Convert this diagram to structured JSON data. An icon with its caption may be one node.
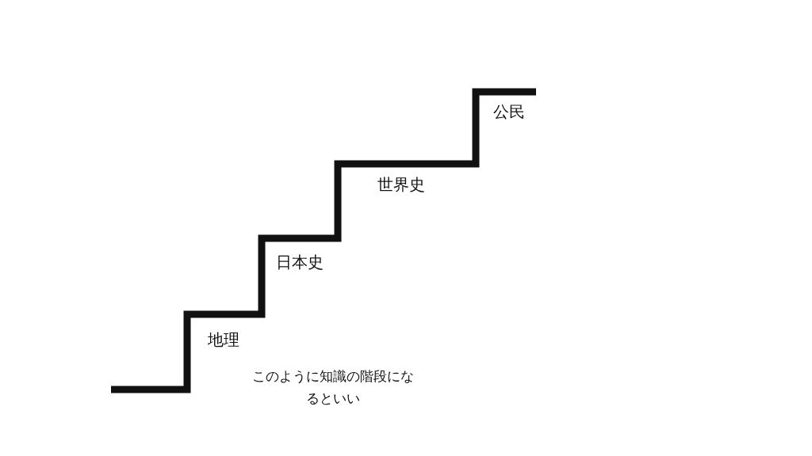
{
  "diagram": {
    "caption": "このように知識の階段になるといい",
    "labels": [
      "公民",
      "世界史",
      "日本史",
      "地理"
    ]
  }
}
